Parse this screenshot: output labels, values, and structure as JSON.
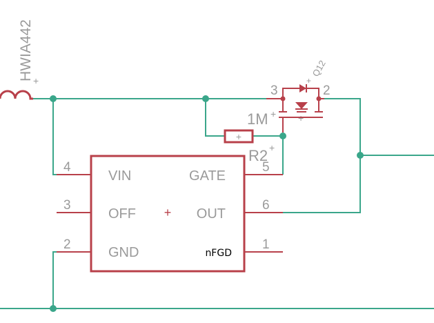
{
  "colors": {
    "wire": "#3aa68a",
    "component": "#b8404a",
    "text": "#9a9a9a"
  },
  "inductor": {
    "name": "HWIA442"
  },
  "mosfet": {
    "name": "Q12",
    "pin_left": "3",
    "pin_right": "2"
  },
  "resistor": {
    "name": "R2",
    "value": "1M"
  },
  "ic": {
    "pins": [
      {
        "number": "4",
        "label": "VIN"
      },
      {
        "number": "3",
        "label": "OFF"
      },
      {
        "number": "2",
        "label": "GND"
      },
      {
        "number": "5",
        "label": "GATE"
      },
      {
        "number": "6",
        "label": "OUT"
      },
      {
        "number": "1",
        "label": "nFGD"
      }
    ]
  }
}
